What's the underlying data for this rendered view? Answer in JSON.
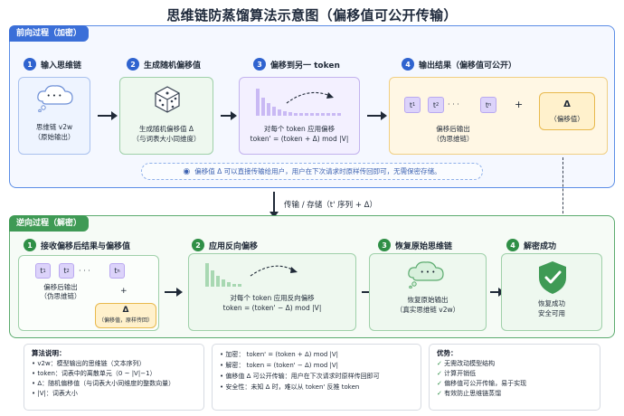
{
  "title": "思维链防蒸馏算法示意图（偏移值可公开传输）",
  "forward": {
    "tab": "前向过程（加密）",
    "steps": [
      {
        "num": "1",
        "label": "输入思维链"
      },
      {
        "num": "2",
        "label": "生成随机偏移值"
      },
      {
        "num": "3",
        "label": "偏移到另一 token"
      },
      {
        "num": "4",
        "label": "输出结果（偏移值可公开）"
      }
    ],
    "box1": {
      "bubble": "• • •",
      "line1": "思维链 v2w",
      "line2": "（原始输出）"
    },
    "box2": {
      "line1": "生成随机偏移值 Δ",
      "line2": "（与词表大小同维度）"
    },
    "box3": {
      "line1": "对每个 token 应用偏移",
      "line2": "token' = (token + Δ) mod |V|"
    },
    "box4": {
      "tokens": [
        "t",
        "t",
        "t"
      ],
      "subs": [
        "1",
        "2",
        "n"
      ],
      "dots": "· · ·",
      "plus": "+",
      "line1": "偏移后输出",
      "line2": "（伪思维链）",
      "delta": "Δ",
      "delta_caption": "（偏移值）"
    },
    "note": "偏移值 Δ 可以直接传输给用户，用户在下次请求时原样传回即可，无需保密存储。"
  },
  "transfer_label": "传输 / 存储（t' 序列 + Δ）",
  "reverse": {
    "tab": "逆向过程（解密）",
    "steps": [
      {
        "num": "1",
        "label": "接收偏移后结果与偏移值"
      },
      {
        "num": "2",
        "label": "应用反向偏移"
      },
      {
        "num": "3",
        "label": "恢复原始思维链"
      },
      {
        "num": "4",
        "label": "解密成功"
      }
    ],
    "box1": {
      "tokens": [
        "t",
        "t",
        "t"
      ],
      "subs": [
        "1",
        "2",
        "n"
      ],
      "dots": "· · ·",
      "line1": "偏移后输出",
      "line2": "（伪思维链）",
      "plus": "+",
      "delta": "Δ",
      "delta_caption": "（偏移值，原样传回）"
    },
    "box2": {
      "line1": "对每个 token 应用反向偏移",
      "line2": "token = (token' − Δ) mod |V|"
    },
    "box3": {
      "bubble": "• • •",
      "line1": "恢复原始输出",
      "line2": "（真实思维链 v2w）"
    },
    "box4": {
      "line1": "恢复成功",
      "line2": "安全可用"
    }
  },
  "explain": {
    "title": "算法说明：",
    "items": [
      "v2w：模型输出的思维链（文本序列）",
      "token：词表中的离散单元（0 ~ |V|−1）",
      "Δ：随机偏移值（与词表大小同维度的整数向量）",
      "|V|：词表大小"
    ]
  },
  "formulas": {
    "items": [
      "加密： token' = (token + Δ) mod |V|",
      "解密： token = (token' − Δ) mod |V|",
      "偏移值 Δ 可公开传输：用户在下次请求时原样传回即可",
      "安全性：未知 Δ 时，难以从 token' 反推 token"
    ]
  },
  "advantages": {
    "title": "优势：",
    "items": [
      "无需改动模型结构",
      "计算开销低",
      "偏移值可公开传输，易于实现",
      "有效防止思维链蒸馏"
    ]
  },
  "colors": {
    "forward_accent": "#3b6fd8",
    "reverse_accent": "#3f9a55",
    "bars": "#c9b9f4",
    "green_bars": "#a8d8b2"
  }
}
